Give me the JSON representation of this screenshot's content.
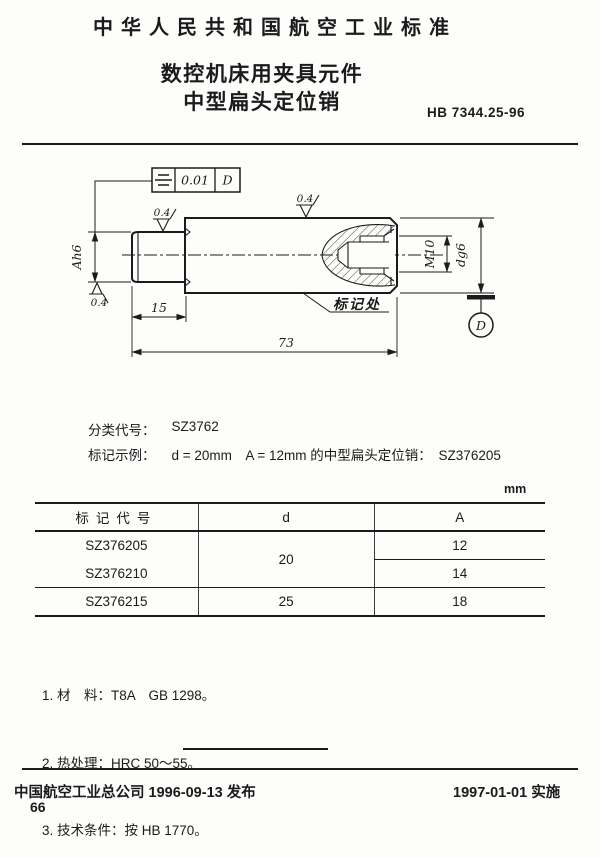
{
  "header": {
    "standard_name": "中华人民共和国航空工业标准",
    "title_line1": "数控机床用夹具元件",
    "title_line2": "中型扁头定位销",
    "standard_code": "HB 7344.25-96"
  },
  "drawing": {
    "tolerance_value": "0.01",
    "tolerance_datum": "D",
    "roughness_values": [
      "0.4",
      "0.4",
      "0.4"
    ],
    "dim_left_diameter": "Ah6",
    "dim_head_length": "15",
    "dim_total_length": "73",
    "thread_label": "M10",
    "dim_right_diameter": "dg6",
    "marking_label": "标记处",
    "datum_label": "D"
  },
  "classification": {
    "label": "分类代号：",
    "value": "SZ3762"
  },
  "example": {
    "label": "标记示例：",
    "value": "d = 20mm　A = 12mm 的中型扁头定位销：　SZ376205"
  },
  "table": {
    "unit": "mm",
    "headers": [
      "标记代号",
      "d",
      "A"
    ],
    "rows": [
      {
        "code": "SZ376205",
        "d": "20",
        "a": "12"
      },
      {
        "code": "SZ376210",
        "a": "14"
      },
      {
        "code": "SZ376215",
        "d": "25",
        "a": "18"
      }
    ]
  },
  "notes": [
    "1. 材　料：T8A　GB 1298。",
    "2. 热处理：HRC 50～55。",
    "3. 技术条件：按 HB 1770。"
  ],
  "footer": {
    "publisher": "中国航空工业总公司 1996-09-13 发布",
    "implementation": "1997-01-01 实施",
    "page_number": "66"
  }
}
